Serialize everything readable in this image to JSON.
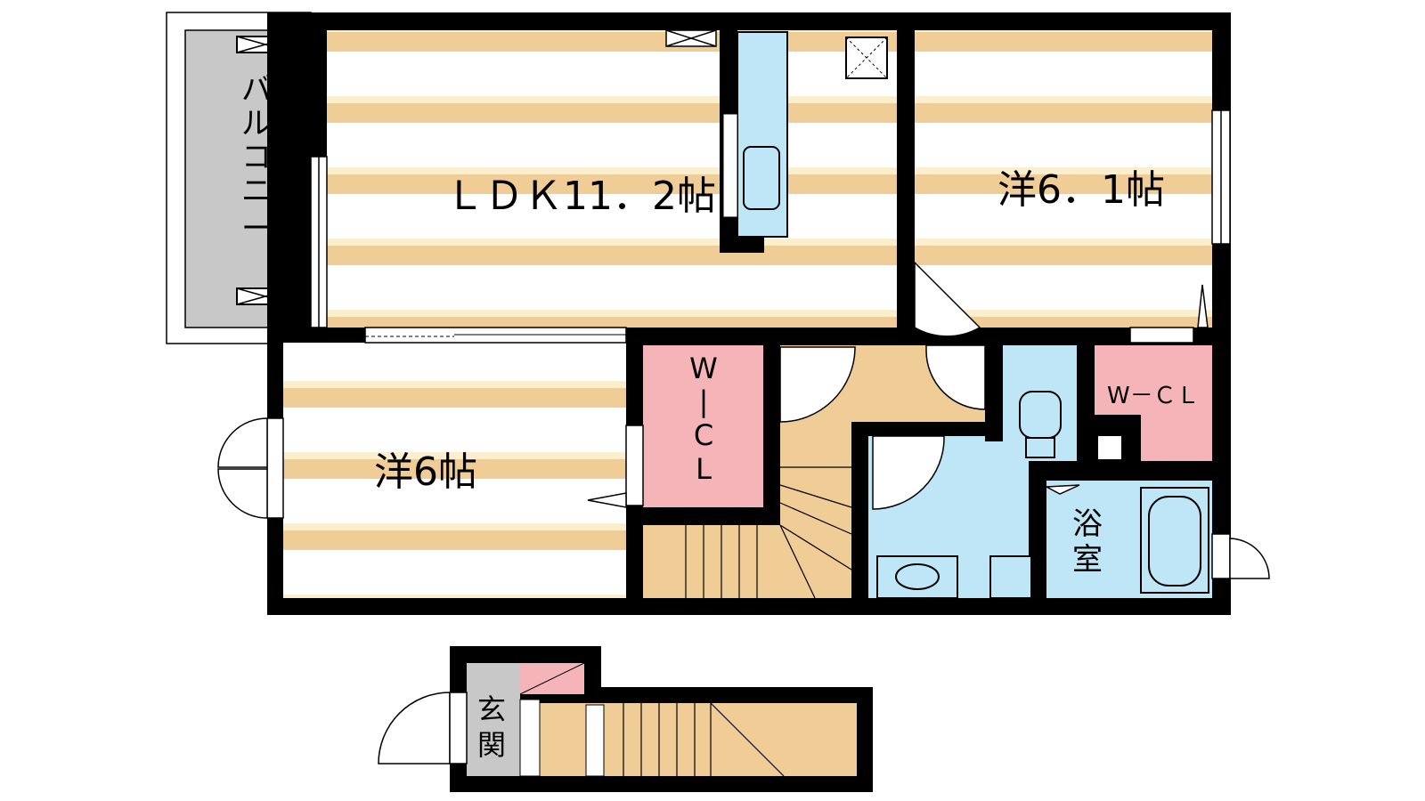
{
  "rooms": {
    "ldk": "ＬＤＫ11．2帖",
    "western_east": "洋6．1帖",
    "western_west": "洋6帖",
    "wcl_center": "W－C－L",
    "wcl_right": "W－ＣＬ",
    "bath": "浴室",
    "balcony": "バルコニー",
    "entrance": "玄関"
  },
  "colors": {
    "wall": "#000000",
    "floor_stripe": "#f0cc96",
    "floor_stripe_light": "#fbefcf",
    "wet_area": "#bfe6f7",
    "closet": "#f5b5b8",
    "hall": "#f0cc96",
    "balcony": "#c8c8c8"
  }
}
